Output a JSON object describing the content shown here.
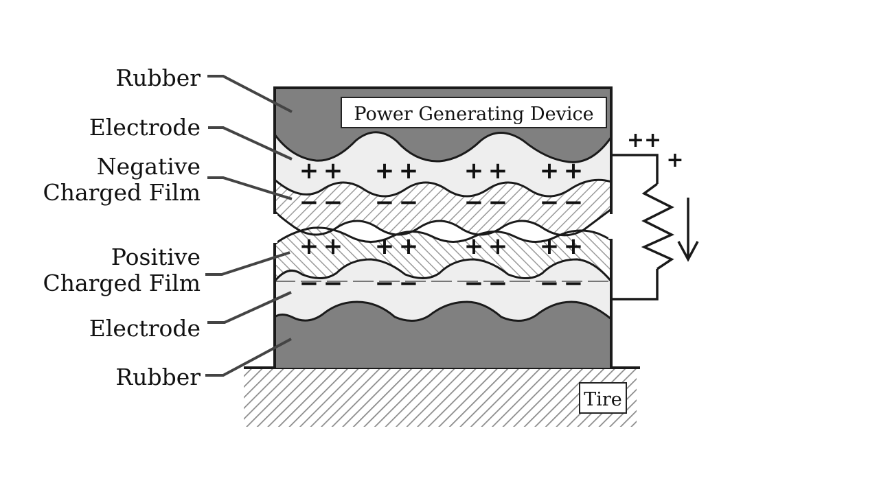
{
  "diagram": {
    "title_box": "Power Generating Device",
    "base_label": "Tire",
    "layers_top_to_bottom": [
      {
        "id": "rubber-top",
        "label": "Rubber",
        "fill": "#808080"
      },
      {
        "id": "electrode-top",
        "label": "Electrode",
        "fill": "#eeeeee",
        "charge": "+"
      },
      {
        "id": "negative-film",
        "label_line1": "Negative",
        "label_line2": "Charged Film",
        "pattern": "hatch-back",
        "charge": "-"
      },
      {
        "id": "positive-film",
        "label_line1": "Positive",
        "label_line2": "Charged Film",
        "pattern": "hatch-forward",
        "charge": "+"
      },
      {
        "id": "electrode-bottom",
        "label": "Electrode",
        "fill": "#eeeeee",
        "charge": "-"
      },
      {
        "id": "rubber-bottom",
        "label": "Rubber",
        "fill": "#808080"
      }
    ],
    "labels": {
      "rubber_top": "Rubber",
      "electrode_top": "Electrode",
      "negative_line1": "Negative",
      "negative_line2": "Charged Film",
      "positive_line1": "Positive",
      "positive_line2": "Charged Film",
      "electrode_bottom": "Electrode",
      "rubber_bottom": "Rubber"
    },
    "circuit": {
      "component": "resistor",
      "current_direction": "down",
      "terminal_charge_top": "++",
      "terminal_charge_side": "+"
    },
    "charge_symbols": {
      "plus": "+",
      "minus": "−",
      "groups_per_row": 4,
      "symbols_per_group": 2
    },
    "colors": {
      "rubber": "#808080",
      "electrode": "#eeeeee",
      "outline": "#1a1a1a",
      "leader": "#444444",
      "hatch": "#999999"
    }
  }
}
